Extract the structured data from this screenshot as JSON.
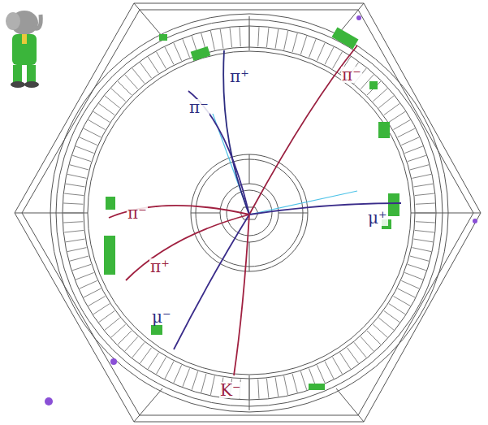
{
  "diagram": {
    "labels": [
      "π⁺",
      "π⁻",
      "π⁻",
      "μ⁺",
      "π⁻",
      "π⁺",
      "μ⁻",
      "K⁻"
    ]
  }
}
